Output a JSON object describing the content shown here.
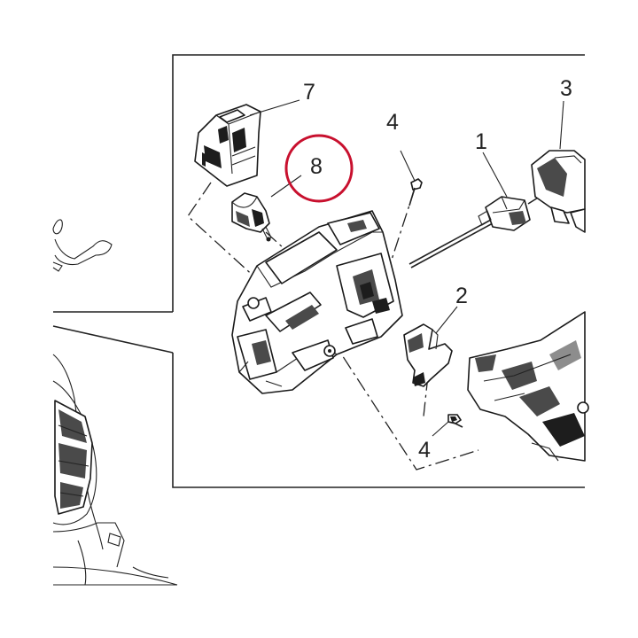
{
  "diagram": {
    "callouts": [
      {
        "id": "1",
        "label": "1"
      },
      {
        "id": "2",
        "label": "2"
      },
      {
        "id": "3",
        "label": "3"
      },
      {
        "id": "4a",
        "label": "4"
      },
      {
        "id": "4b",
        "label": "4"
      },
      {
        "id": "7",
        "label": "7"
      },
      {
        "id": "8",
        "label": "8"
      }
    ],
    "highlight": {
      "target": "8",
      "color": "#c8102e"
    },
    "colors": {
      "line": "#222222",
      "background": "#ffffff"
    }
  }
}
